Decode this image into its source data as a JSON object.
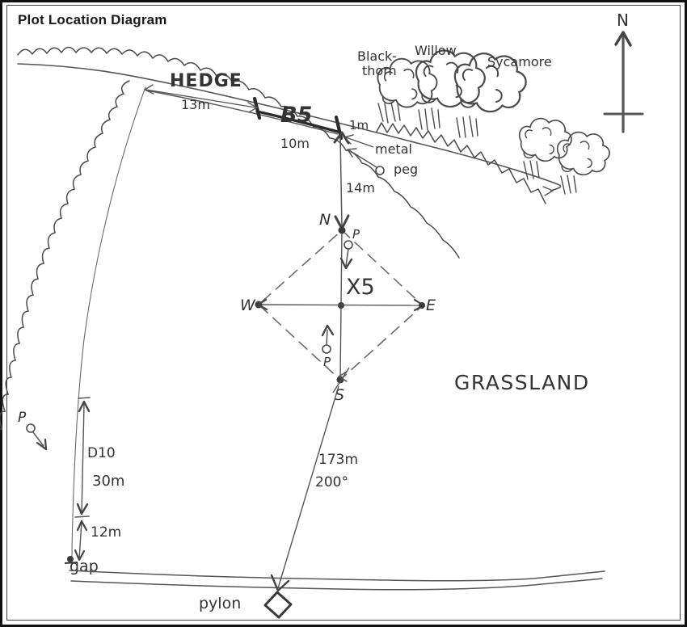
{
  "title": "Plot Location Diagram",
  "compass": {
    "label": "N"
  },
  "boundaries": {
    "hedge_label": "HEDGE",
    "field_label": "GRASSLAND"
  },
  "trees": [
    {
      "label": "Black-",
      "label2": "thorn"
    },
    {
      "label": "Willow"
    },
    {
      "label": "Sycamore"
    }
  ],
  "plot": {
    "code": "B5",
    "centre_code": "X5",
    "north_label": "N",
    "south_label": "S",
    "east_label": "E",
    "west_label": "W",
    "peg_label_top": "P",
    "peg_label_bottom": "P",
    "peg_label_left": "P"
  },
  "measurements": {
    "hedge_to_plot": "13m",
    "plot_width": "10m",
    "peg_offset": "1m",
    "peg_to_centre": "14m",
    "d10_label": "D10",
    "d10_length": "30m",
    "gap_offset": "12m",
    "pylon_distance": "173m",
    "pylon_bearing": "200°"
  },
  "annotations": {
    "metal_peg": "metal",
    "metal_peg2": "peg",
    "gap": "gap",
    "pylon": "pylon"
  },
  "colors": {
    "ink": "#4a4a4a",
    "ink_dark": "#2b2b2b",
    "paper": "#ffffff",
    "frame": "#111111"
  }
}
